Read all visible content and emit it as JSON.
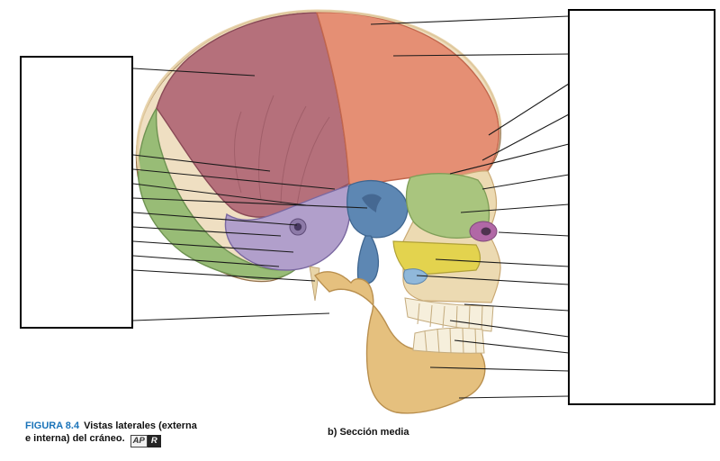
{
  "figure": {
    "label": "FIGURA 8.4",
    "caption_line1": "Vistas laterales (externa",
    "caption_line2": "e interna) del cráneo.",
    "logo_ap": "AP",
    "logo_r": "R",
    "sublabel": "b) Sección media",
    "left_box_text": "",
    "right_box_text": ""
  },
  "colors": {
    "background": "#ffffff",
    "figure_label": "#1a73b9",
    "caption_text": "#111111",
    "leader_line": "#1a1a1a",
    "bone_base": "#efdfc2",
    "parietal": "#b5707b",
    "frontal": "#e58f74",
    "occipital": "#98bc76",
    "temporal": "#b19fcb",
    "sphenoid": "#5d87b3",
    "ethmoid": "#a9c57e",
    "nasal_concha": "#b168a6",
    "vomer": "#e3d34e",
    "palatine": "#90b8da",
    "teeth": "#f6efdc",
    "maxilla": "#ecdab2",
    "mandible": "#e5c07e"
  }
}
